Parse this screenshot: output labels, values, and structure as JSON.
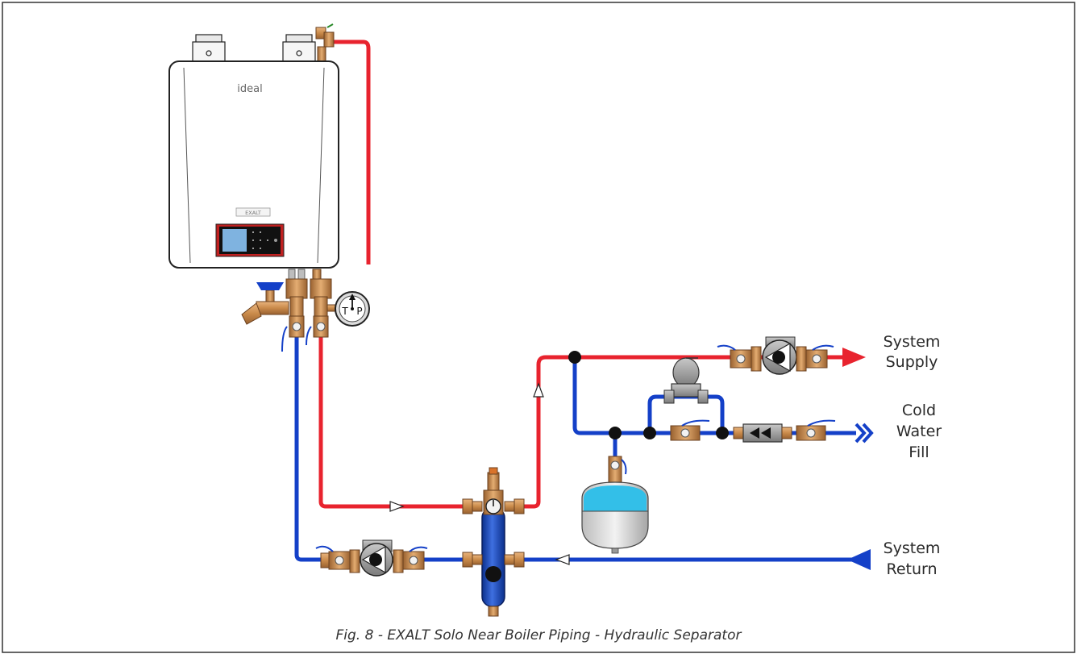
{
  "boiler": {
    "brand": "ideal",
    "model_badge": "EXALT"
  },
  "gauge": {
    "left_letter": "T",
    "right_letter": "P"
  },
  "labels": {
    "system_supply": [
      "System",
      "Supply"
    ],
    "cold_water_fill": [
      "Cold",
      "Water",
      "Fill"
    ],
    "system_return": [
      "System",
      "Return"
    ]
  },
  "caption": "Fig. 8 - EXALT Solo Near Boiler Piping - Hydraulic Separator",
  "colors": {
    "supply": "#e8232e",
    "return": "#1440c8",
    "brass": "#c98a4a",
    "frame": "#333333"
  }
}
